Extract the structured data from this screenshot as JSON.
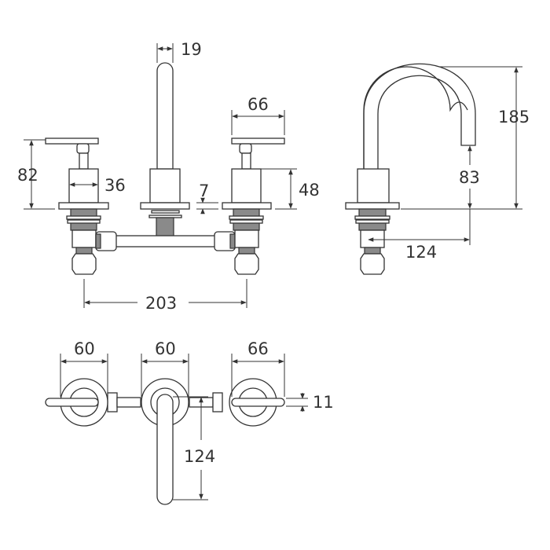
{
  "dimensions": {
    "front": {
      "spout_diameter": "19",
      "handle_width": "66",
      "handle_height": "82",
      "body_width": "36",
      "flange_thickness": "7",
      "body_height": "48",
      "centres": "203"
    },
    "side": {
      "overall_height": "185",
      "spout_clearance": "83",
      "spout_reach": "124"
    },
    "top": {
      "left_flange": "60",
      "centre_flange": "60",
      "right_handle": "66",
      "lever_thickness": "11",
      "spout_reach": "124"
    }
  }
}
